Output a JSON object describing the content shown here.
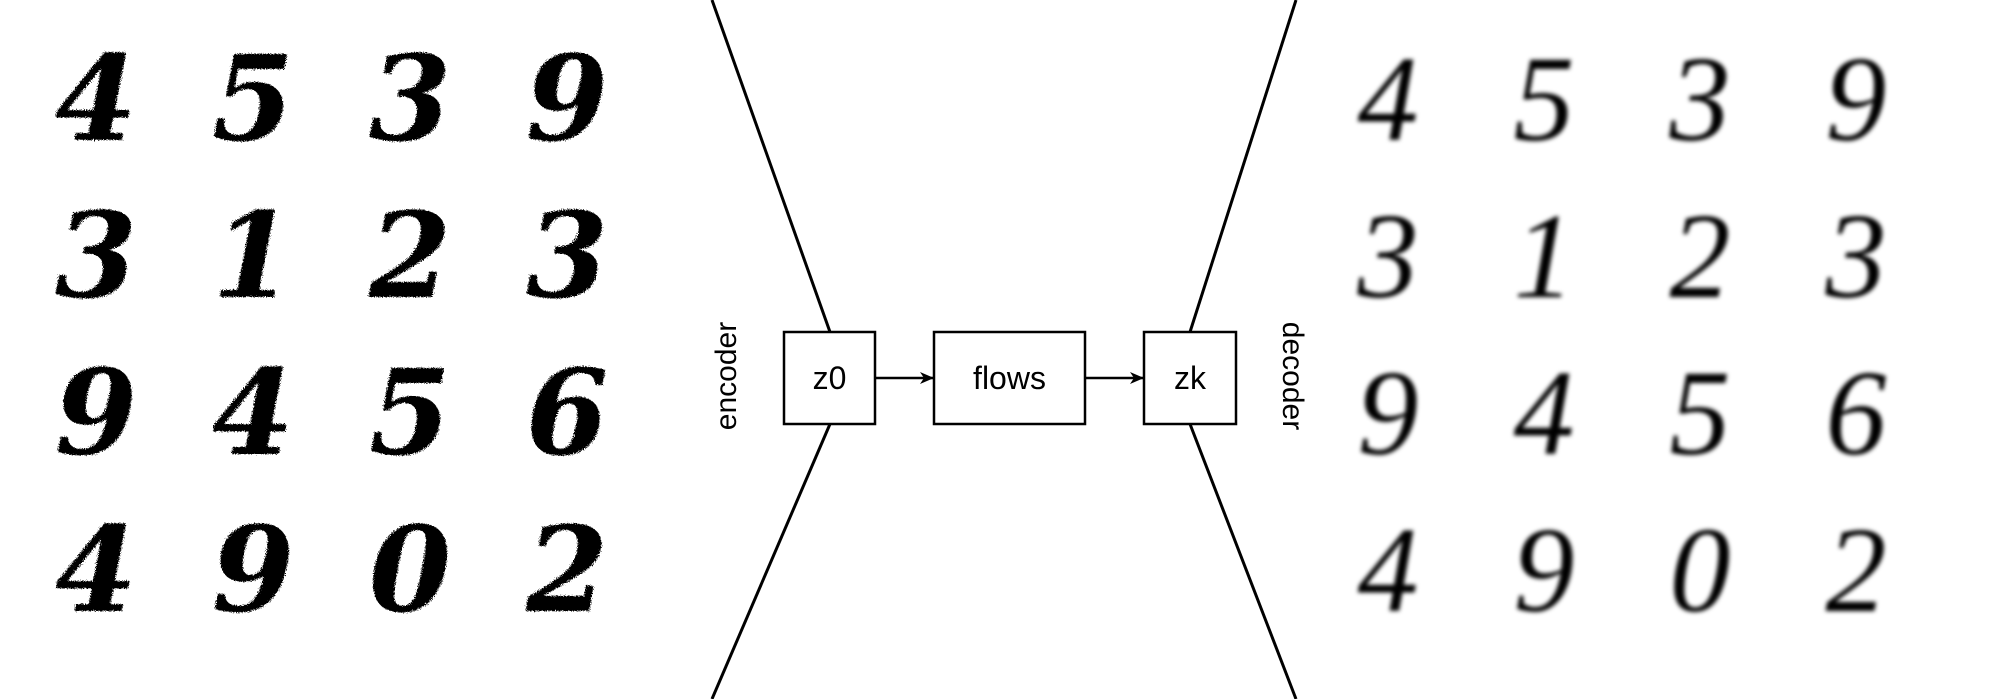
{
  "input_grid": {
    "digits": [
      [
        "4",
        "5",
        "3",
        "9"
      ],
      [
        "3",
        "1",
        "2",
        "3"
      ],
      [
        "9",
        "4",
        "5",
        "6"
      ],
      [
        "4",
        "9",
        "0",
        "2"
      ]
    ]
  },
  "output_grid": {
    "digits": [
      [
        "4",
        "5",
        "3",
        "9"
      ],
      [
        "3",
        "1",
        "2",
        "3"
      ],
      [
        "9",
        "4",
        "5",
        "6"
      ],
      [
        "4",
        "9",
        "0",
        "2"
      ]
    ]
  },
  "labels": {
    "encoder": "encoder",
    "decoder": "decoder",
    "z0": "z0",
    "flows": "flows",
    "zk": "zk"
  },
  "colors": {
    "ink": "#000000",
    "background": "#ffffff"
  }
}
